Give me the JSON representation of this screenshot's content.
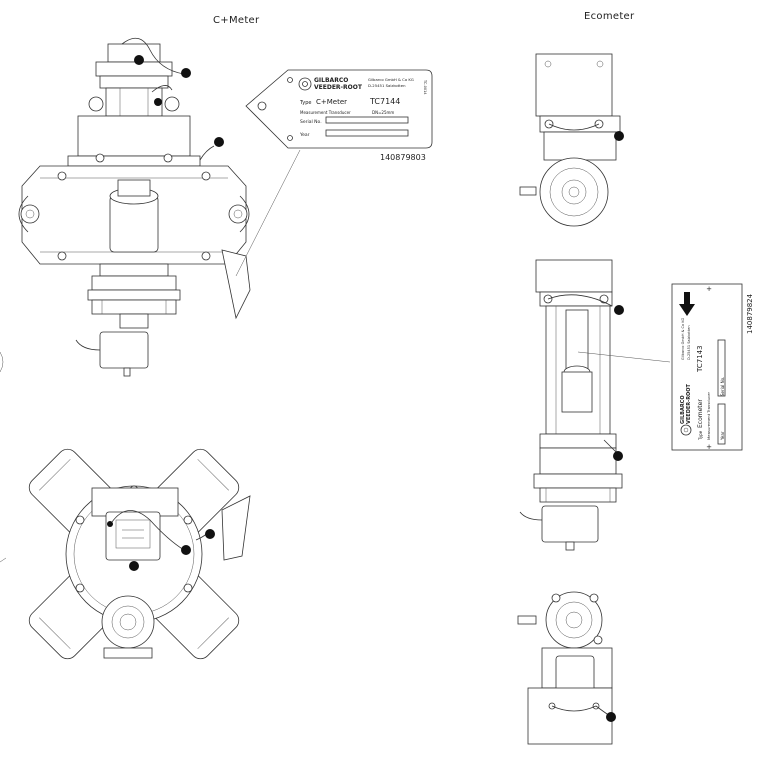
{
  "titles": {
    "left": "C+Meter",
    "right": "Ecometer"
  },
  "cmeter_label": {
    "brand_line1": "GILBARCO",
    "brand_line2": "VEEDER-ROOT",
    "company_line1": "Gilbarco GmbH & Co KG",
    "company_line2": "D-25451 Salzkotten",
    "type_label": "Type",
    "type_value": "C+Meter",
    "code": "TC7144",
    "transducer_label": "Measurement Transducer",
    "transducer_value": "DN=25mm",
    "serial_label": "Serial No.",
    "year_label": "Year",
    "side_code": "TC-0014",
    "part_number": "140879803"
  },
  "ecometer_label": {
    "brand_line1": "GILBARCO",
    "brand_line2": "VEEDER-ROOT",
    "company_line1": "Gilbarco GmbH & Co KG",
    "company_line2": "D-25451 Salzkotten",
    "type_label": "Type",
    "type_value": "Ecometer",
    "code": "TC7143",
    "transducer_label": "Measurement Transducer",
    "serial_label": "Serial No.",
    "year_label": "Year",
    "part_number": "140879824"
  }
}
